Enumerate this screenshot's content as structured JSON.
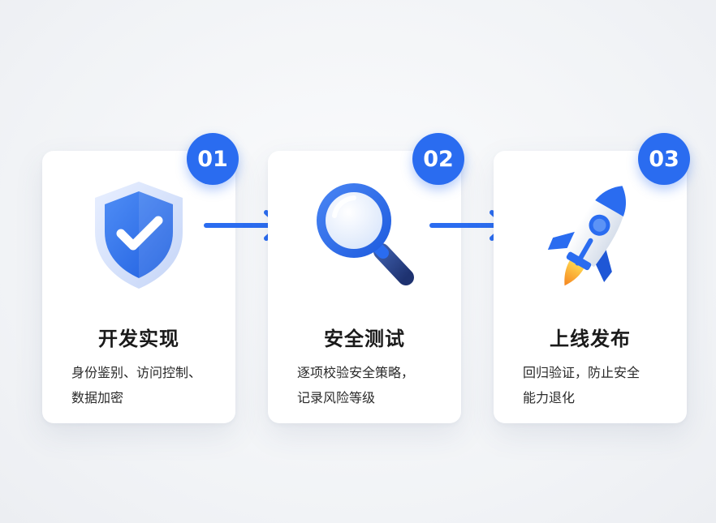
{
  "steps": [
    {
      "number": "01",
      "title": "开发实现",
      "desc_lines": [
        "身份鉴别、访问控制、",
        "数据加密"
      ],
      "icon": "shield-check-icon"
    },
    {
      "number": "02",
      "title": "安全测试",
      "desc_lines": [
        "逐项校验安全策略，",
        "记录风险等级"
      ],
      "icon": "magnifier-icon"
    },
    {
      "number": "03",
      "title": "上线发布",
      "desc_lines": [
        "回归验证，防止安全",
        "能力退化"
      ],
      "icon": "rocket-icon"
    }
  ],
  "connector_icon": "arrow-right-icon",
  "colors": {
    "accent": "#2a6cf0",
    "card_bg": "#ffffff",
    "title_text": "#1a1a1a",
    "flame": "#f5a623"
  }
}
